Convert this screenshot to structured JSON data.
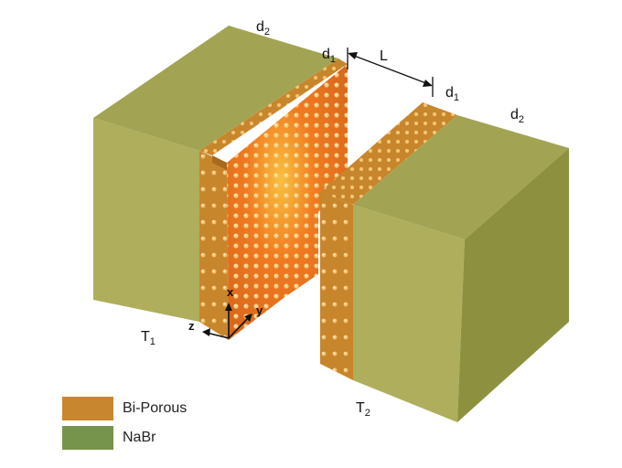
{
  "labels": {
    "d1_left": "d",
    "d1_right": "d",
    "d2_left": "d",
    "d2_right": "d",
    "sub_1": "1",
    "sub_2": "2",
    "L": "L",
    "T1": "T",
    "T2": "T",
    "axis_x": "x",
    "axis_y": "y",
    "axis_z": "z"
  },
  "legend": [
    {
      "label": "Bi-Porous",
      "color": "#c8872e"
    },
    {
      "label": "NaBr",
      "color": "#77944c"
    }
  ],
  "colors": {
    "nabr_top": "#a2a454",
    "nabr_front": "#aeae5c",
    "nabr_side": "#8d913f",
    "porous": "#c8862c",
    "porous_dark": "#a86a1c",
    "pore": "#e8a84c",
    "glow": "#f07a20"
  }
}
